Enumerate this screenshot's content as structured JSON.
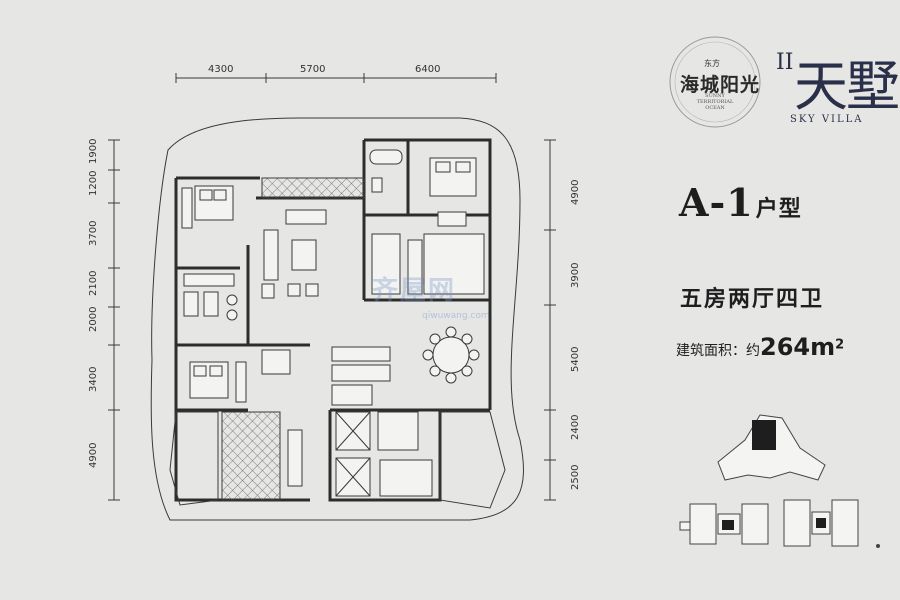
{
  "brand": {
    "small_cn": "东方",
    "name_cn": "海城阳光",
    "name_en": "SUNNY TERRITORIAL OCEAN",
    "series_roman": "II",
    "series_cn": "天墅",
    "series_en": "SKY VILLA"
  },
  "unit": {
    "type_code": "A-1",
    "type_suffix": "户型",
    "layout": "五房两厅四卫",
    "area_label": "建筑面积：约",
    "area_value": "264",
    "area_unit": "m",
    "area_sup": "2"
  },
  "watermark": {
    "text": "齐屋网",
    "url": "qiwuwang.com"
  },
  "dimensions": {
    "top": [
      "4300",
      "5700",
      "6400"
    ],
    "left": [
      "1900",
      "1200",
      "3700",
      "2100",
      "2000",
      "3400",
      "4900"
    ],
    "right": [
      "4900",
      "3900",
      "5400",
      "2400",
      "2500"
    ]
  },
  "colors": {
    "background": "#e6e6e4",
    "wall": "#2d2d2d",
    "brand": "#2a2f4a"
  }
}
